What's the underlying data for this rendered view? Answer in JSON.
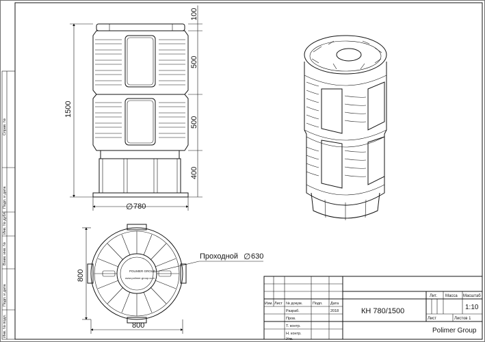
{
  "side_view": {
    "dims": {
      "top": "100",
      "mid1": "500",
      "mid2": "500",
      "bottom": "400",
      "total_height": "1500",
      "diameter": "780"
    },
    "diameter_symbol": "∅"
  },
  "top_view": {
    "dims": {
      "width": "800",
      "height": "800"
    },
    "callout": {
      "label": "Проходной",
      "symbol": "∅",
      "value": "630"
    },
    "logo": {
      "brand": "POLIMER GROUP",
      "website": "www.polimer-group.com"
    }
  },
  "left_stamp": {
    "labels": [
      "Справ. №",
      "Подп. и дата",
      "Инв. № дубл.",
      "Взам. инв. №",
      "Подп. и дата",
      "Инв. № подл."
    ]
  },
  "title_block": {
    "headers": [
      "Изм.",
      "Лист",
      "№ докум.",
      "Подп.",
      "Дата"
    ],
    "roles": [
      "Разраб.",
      "Пров.",
      "Т. контр.",
      "Н. контр.",
      "Утв."
    ],
    "year": "2018",
    "designation": "КН 780/1500",
    "lit_header": "Лит.",
    "mass_header": "Масса",
    "scale_header": "Масштаб",
    "scale": "1:10",
    "sheet_label": "Лист",
    "sheets_label": "Листов 1",
    "company": "Polimer Group"
  }
}
